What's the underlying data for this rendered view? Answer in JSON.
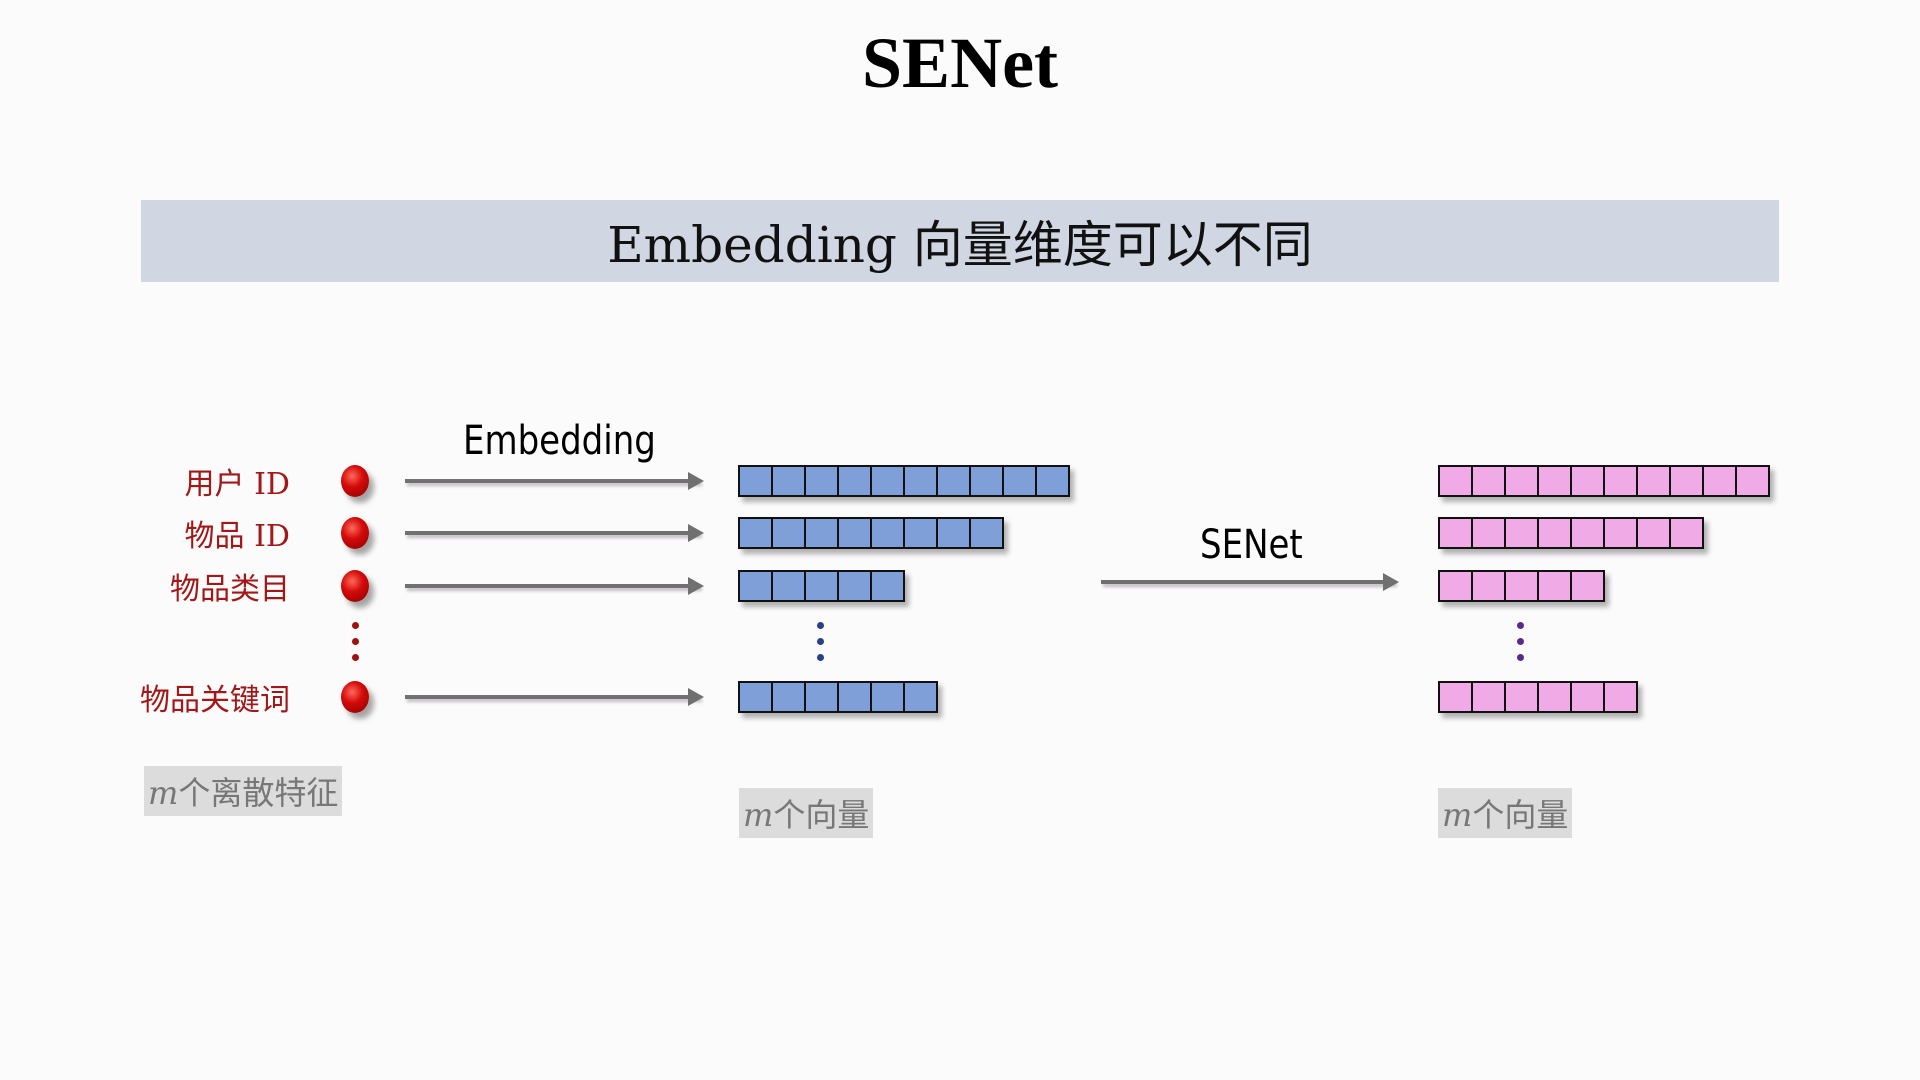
{
  "title": "SENet",
  "banner": "Embedding 向量维度可以不同",
  "features": [
    "用户 ID",
    "物品 ID",
    "物品类目",
    "物品关键词"
  ],
  "embedding_label": "Embedding",
  "senet_label": "SENet",
  "vector_lengths": [
    10,
    8,
    5,
    6
  ],
  "captions": {
    "m_symbol": "m",
    "features": "个离散特征",
    "vectors_left": "个向量",
    "vectors_right": "个向量"
  },
  "colors": {
    "embedding_cell": "#7f9fd9",
    "senet_cell": "#f0aae6",
    "feature_text": "#a21818",
    "banner": "#d0d7e2"
  }
}
